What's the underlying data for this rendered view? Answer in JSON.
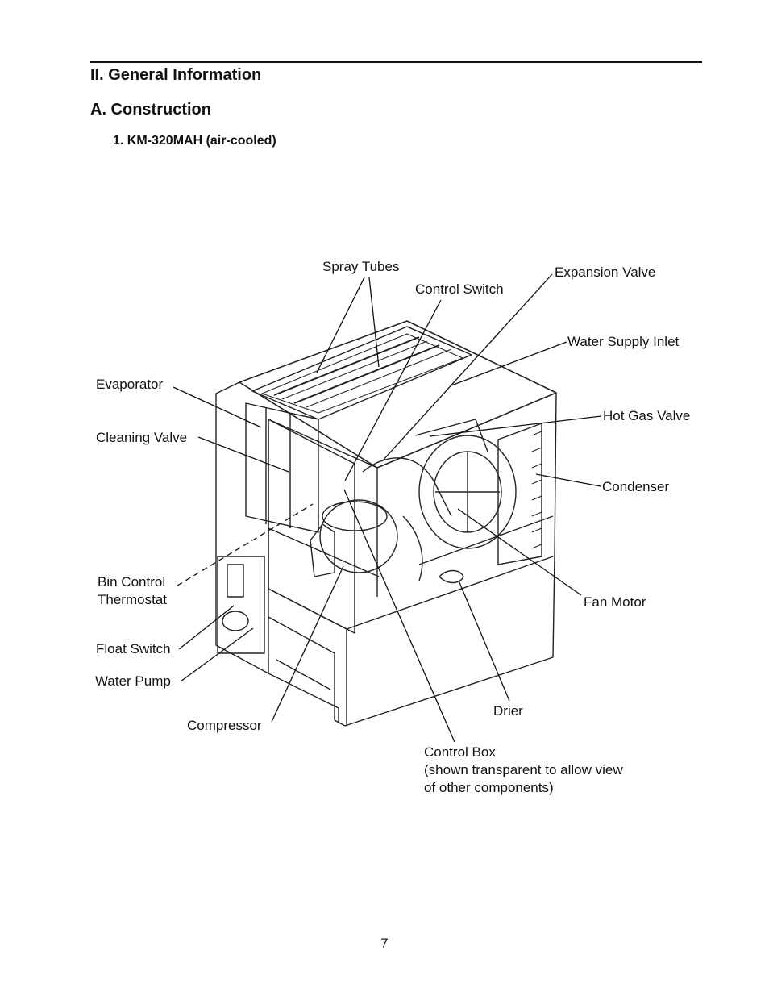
{
  "header": {
    "section_title": "II. General Information",
    "subsection_title": "A. Construction",
    "item_title": "1. KM-320MAH (air-cooled)"
  },
  "figure": {
    "labels": {
      "spray_tubes": "Spray Tubes",
      "control_switch": "Control Switch",
      "expansion_valve": "Expansion Valve",
      "water_supply_inlet": "Water Supply Inlet",
      "evaporator": "Evaporator",
      "hot_gas_valve": "Hot Gas Valve",
      "cleaning_valve": "Cleaning Valve",
      "condenser": "Condenser",
      "bin_control_line1": "Bin Control",
      "bin_control_line2": "Thermostat",
      "fan_motor": "Fan Motor",
      "float_switch": "Float Switch",
      "water_pump": "Water Pump",
      "drier": "Drier",
      "compressor": "Compressor",
      "control_box_line1": "Control Box",
      "control_box_line2": "(shown transparent to allow view",
      "control_box_line3": "of other components)"
    }
  },
  "footer": {
    "page_number": "7"
  }
}
